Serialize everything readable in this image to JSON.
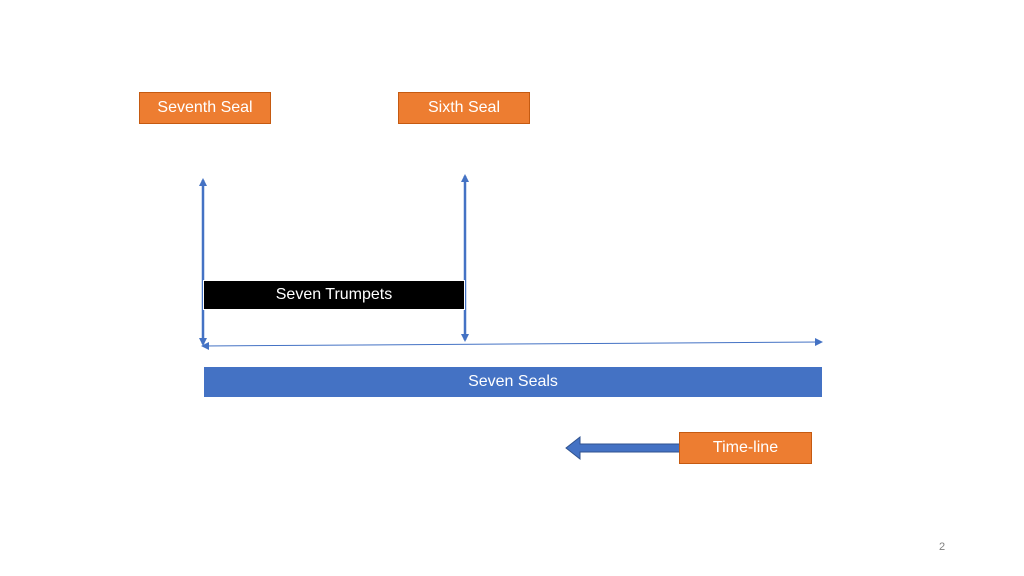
{
  "labels": {
    "seventh_seal": "Seventh Seal",
    "sixth_seal": "Sixth Seal",
    "seven_trumpets": "Seven Trumpets",
    "seven_seals": "Seven Seals",
    "time_line": "Time-line"
  },
  "page_number": "2",
  "colors": {
    "orange_box": "#ed7d31",
    "seals_bar": "#4472c4",
    "trumpets_bar": "#000000",
    "arrow": "#4472c4"
  }
}
